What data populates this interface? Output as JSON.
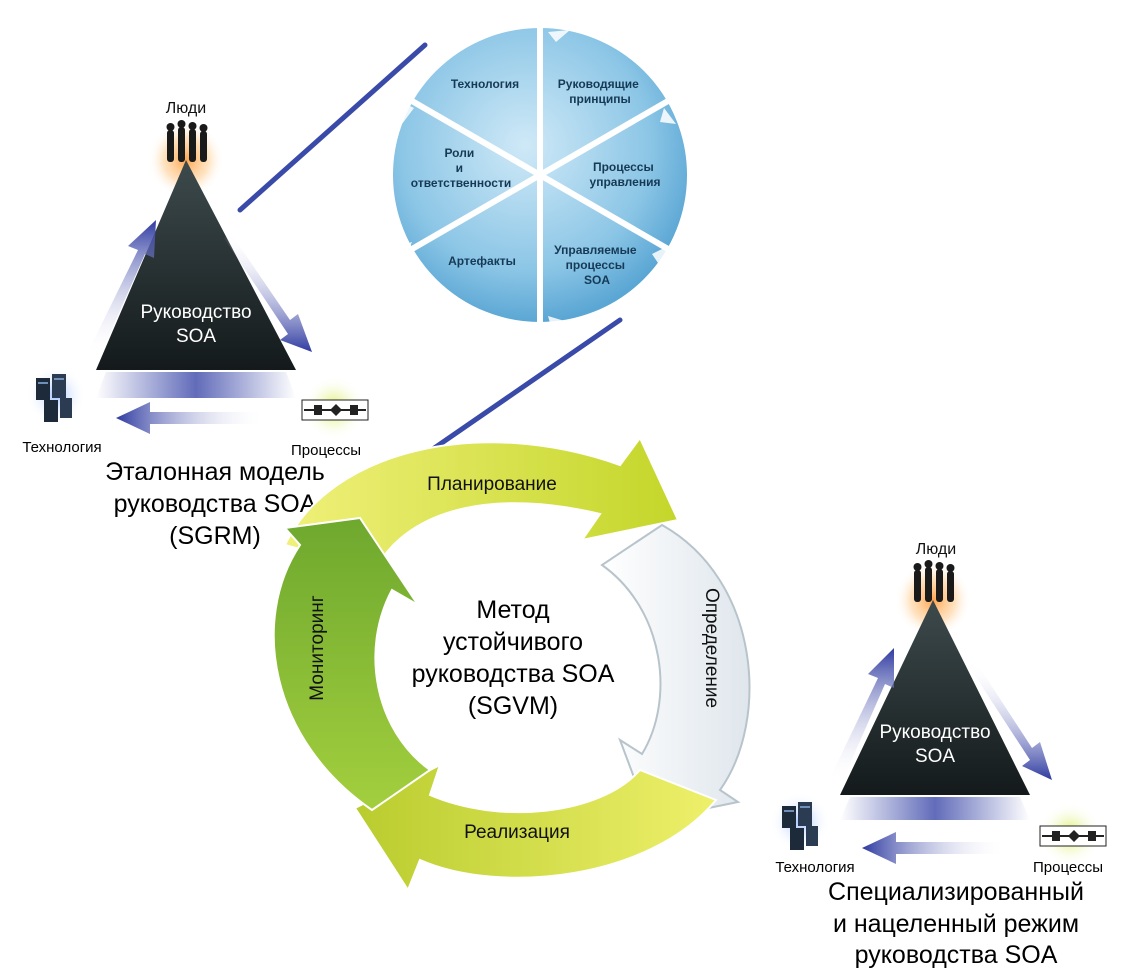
{
  "left_model": {
    "top_label": "Люди",
    "center_line1": "Руководство",
    "center_line2": "SOA",
    "left_label": "Технология",
    "right_label": "Процессы",
    "caption_line1": "Эталонная модель",
    "caption_line2": "руководства SOA",
    "caption_line3": "(SGRM)"
  },
  "wheel": {
    "segments": [
      {
        "lines": [
          "Технология"
        ]
      },
      {
        "lines": [
          "Руководящие",
          "принципы"
        ]
      },
      {
        "lines": [
          "Процессы",
          "управления"
        ]
      },
      {
        "lines": [
          "Управляемые",
          "процессы",
          "SOA"
        ]
      },
      {
        "lines": [
          "Артефакты"
        ]
      },
      {
        "lines": [
          "Роли",
          "и",
          "ответственности"
        ]
      }
    ]
  },
  "cycle": {
    "center_line1": "Метод",
    "center_line2": "устойчивого",
    "center_line3": "руководства SOA",
    "center_line4": "(SGVM)",
    "plan": "Планирование",
    "define": "Определение",
    "implement": "Реализация",
    "monitor": "Мониторинг"
  },
  "right_model": {
    "top_label": "Люди",
    "center_line1": "Руководство",
    "center_line2": "SOA",
    "left_label": "Технология",
    "right_label": "Процессы",
    "caption_line1": "Специализированный",
    "caption_line2": "и нацеленный режим",
    "caption_line3": "руководства SOA"
  },
  "colors": {
    "triangle": "#1e2426",
    "arrow_blue": "#3a47a8",
    "wheel_blue": "#8cc6e6",
    "plan_yellow": "#d9e23a",
    "define_white": "#eef2f5",
    "implement_yellow": "#ccd93a",
    "monitor_green": "#8cbf3a"
  }
}
